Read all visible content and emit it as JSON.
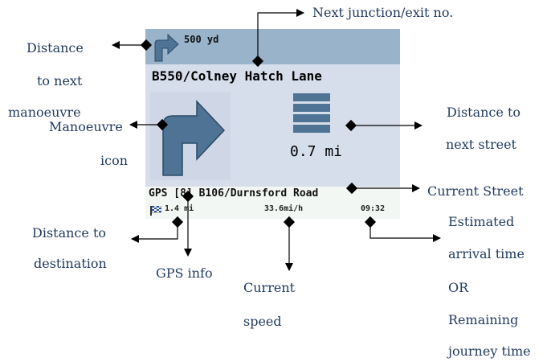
{
  "device": {
    "next_turn_distance": "500 yd",
    "street_name": "B550/Colney Hatch Lane",
    "distance_to_next_street": "0.7 mi",
    "current_street": "GPS [8] B106/Durnsford Road",
    "distance_to_destination": "1.4 mi",
    "current_speed": "33.6mi/h",
    "arrival_time": "09:32"
  },
  "labels": {
    "next_junction": "Next junction/exit no.",
    "distance_next_manoeuvre_1": "Distance",
    "distance_next_manoeuvre_2": "to next",
    "distance_next_manoeuvre_3": "manoeuvre",
    "manoeuvre_icon_1": "Manoeuvre",
    "manoeuvre_icon_2": "icon",
    "distance_next_street_1": "Distance to",
    "distance_next_street_2": "next street",
    "current_street": "Current Street",
    "distance_destination_1": "Distance to",
    "distance_destination_2": "destination",
    "gps_info": "GPS info",
    "current_speed_1": "Current",
    "current_speed_2": "speed",
    "arrival_1": "Estimated",
    "arrival_2": "arrival time",
    "arrival_3": "OR",
    "arrival_4": "Remaining",
    "arrival_5": "journey time"
  },
  "colors": {
    "screen_top_bar": "#99b3cb",
    "screen_panel": "#d7deeb",
    "arrow_fill": "#4f7394",
    "label_text": "#1f3a5e"
  }
}
